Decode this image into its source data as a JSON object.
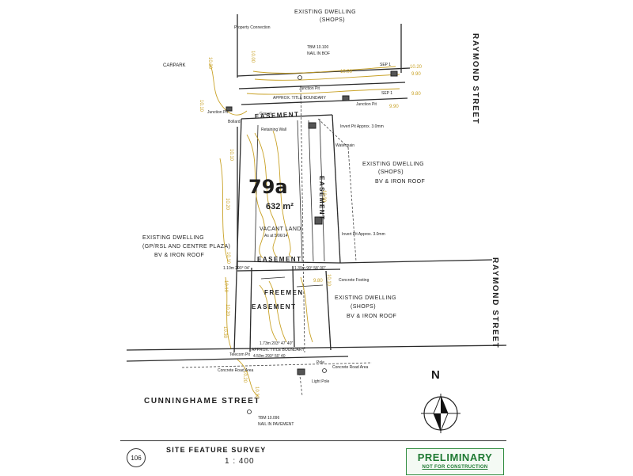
{
  "streets": {
    "raymond_upper": "RAYMOND STREET",
    "raymond_lower": "RAYMOND STREET",
    "cunninghame": "CUNNINGHAME STREET"
  },
  "buildings": {
    "top": {
      "line1": "EXISTING DWELLING",
      "line2": "(SHOPS)"
    },
    "right_upper": {
      "line1": "EXISTING DWELLING",
      "line2": "(SHOPS)",
      "line3": "BV & IRON ROOF"
    },
    "left": {
      "line1": "EXISTING DWELLING",
      "line2": "(GP/RSL AND CENTRE PLAZA)",
      "line3": "BV & IRON ROOF"
    },
    "right_lower": {
      "line1": "EXISTING DWELLING",
      "line2": "(SHOPS)",
      "line3": "BV & IRON ROOF"
    }
  },
  "lot": {
    "number": "79a",
    "area": "632 m²",
    "status": "VACANT LAND",
    "ref": "As at 5/06/14"
  },
  "easements": {
    "top": "EASEMENT",
    "middle": "EASEMENT",
    "lower": "EASEMENT",
    "vertical": "EASEMENT"
  },
  "site_labels": {
    "carpark": "CARPARK",
    "property_connection": "Property Connection",
    "tbm_top": "TBM 10.100",
    "nail_top": "NAIL IN BOF",
    "junction_pit_left": "Junction Pit",
    "junction_pit_mid": "Junction Pit",
    "junction_pit_right": "Junction Pit",
    "sep_upper": "SEP 1",
    "sep_lower": "SEP 1",
    "approx_boundary_top": "APPROX. TITLE BOUNDARY",
    "bollard": "Bollard",
    "gravel": "Gravel",
    "invert_upper": "Invert Pit Approx. 3.0mm",
    "invert_lower": "Invert Pit Approx. 3.0mm",
    "retaining_wall": "Retaining Wall",
    "watermain": "Watermain",
    "concrete_footing": "Concrete Footing",
    "approx_boundary_bottom": "APPROX. TITLE BOUNDARY",
    "telecom_pit": "Telecom Pit",
    "concrete_road_area": "Concrete Road Area",
    "concrete_road_area_right": "Concrete Road Area",
    "light_pole": "Light Pole",
    "pole": "Pole",
    "tbm_bottom": "TBM 10.096",
    "nail_bottom": "NAIL IN PAVEMENT",
    "freemen": "FREEMEN",
    "dim_left_top": "1.10m 293° 04'",
    "dim_right_top": "1.39m 90° 58' 00\"",
    "dim_bottom": "1.73m 203° 47' 40\"",
    "dim_bottom2": "4.50m 293° 50' 40"
  },
  "levels": [
    "10.30",
    "10.00",
    "10.10",
    "10.10",
    "10.20",
    "10.10",
    "10.10",
    "10.20",
    "10.30",
    "10.20",
    "9.90",
    "10.00",
    "9.80",
    "9.90",
    "9.80",
    "10.00",
    "10.20",
    "10.30",
    "10.10"
  ],
  "title_block": {
    "sheet": "106",
    "title": "SITE FEATURE SURVEY",
    "scale": "1 : 400",
    "stamp_main": "PRELIMINARY",
    "stamp_sub": "NOT FOR CONSTRUCTION"
  },
  "north": "N",
  "colors": {
    "linework": "#2a2a2a",
    "contours": "#c9a227",
    "stamp": "#1f7a33"
  }
}
